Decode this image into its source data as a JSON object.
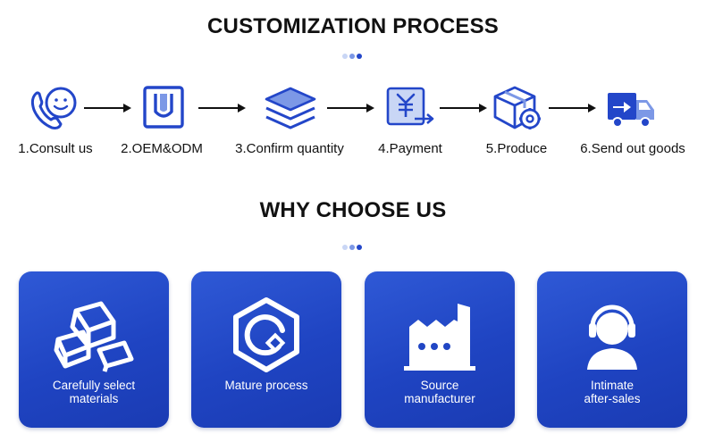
{
  "process": {
    "title": "CUSTOMIZATION PROCESS",
    "steps": [
      {
        "label": "1.Consult us",
        "icon": "phone-chat-icon"
      },
      {
        "label": "2.OEM&ODM",
        "icon": "oem-badge-icon"
      },
      {
        "label": "3.Confirm quantity",
        "icon": "stack-layers-icon"
      },
      {
        "label": "4.Payment",
        "icon": "yuan-payment-icon"
      },
      {
        "label": "5.Produce",
        "icon": "box-gear-icon"
      },
      {
        "label": "6.Send out goods",
        "icon": "delivery-truck-icon"
      }
    ]
  },
  "why": {
    "title": "WHY CHOOSE US",
    "cards": [
      {
        "line1": "Carefully select",
        "line2": "materials",
        "icon": "gold-bars-icon"
      },
      {
        "line1": "Mature process",
        "line2": "",
        "icon": "hexagon-process-icon"
      },
      {
        "line1": "Source",
        "line2": "manufacturer",
        "icon": "factory-icon"
      },
      {
        "line1": "Intimate",
        "line2": "after-sales",
        "icon": "headset-agent-icon"
      }
    ]
  },
  "colors": {
    "primary": "#2346c9",
    "light": "#7c98e6",
    "pale": "#c9d6f5",
    "card": "#2146c4"
  }
}
